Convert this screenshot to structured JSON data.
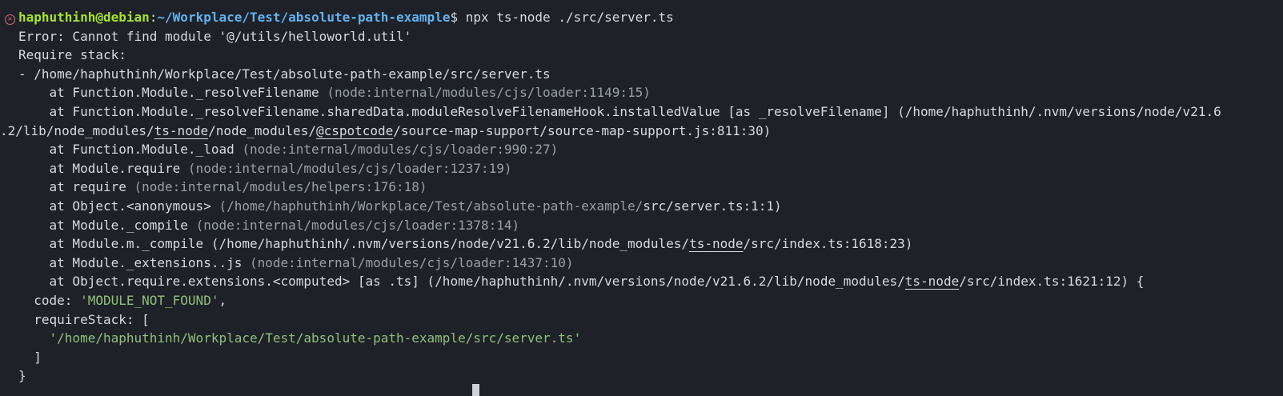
{
  "prompt": {
    "user_host": "haphuthinh@debian",
    "sep": ":",
    "cwd": "~/Workplace/Test/absolute-path-example",
    "symbol": "$",
    "command": " npx ts-node ./src/server.ts"
  },
  "error": {
    "message": "Error: Cannot find module '@/utils/helloworld.util'",
    "require_stack_label": "Require stack:",
    "require_stack_item": "- /home/haphuthinh/Workplace/Test/absolute-path-example/src/server.ts"
  },
  "stack": {
    "l1a": "    at Function.Module._resolveFilename ",
    "l1b": "(node:internal/modules/cjs/loader:1149:15)",
    "l2a": "    at Function.Module._resolveFilename.sharedData.moduleResolveFilenameHook.installedValue [as _resolveFilename] (/home/haphuthinh/.nvm/versions/node/v21.6",
    "l2b_pre": ".2/lib/node_modules/",
    "l2b_u1": "ts-node",
    "l2b_mid": "/node_modules/",
    "l2b_u2": "@cspotcode",
    "l2b_post": "/source-map-support/source-map-support.js:811:30)",
    "l3a": "    at Function.Module._load ",
    "l3b": "(node:internal/modules/cjs/loader:990:27)",
    "l4a": "    at Module.require ",
    "l4b": "(node:internal/modules/cjs/loader:1237:19)",
    "l5a": "    at require ",
    "l5b": "(node:internal/modules/helpers:176:18)",
    "l6a": "    at Object.<anonymous> ",
    "l6b": "(/home/haphuthinh/Workplace/Test/absolute-path-example/",
    "l6c": "src/server.ts:1:1)",
    "l7a": "    at Module._compile ",
    "l7b": "(node:internal/modules/cjs/loader:1378:14)",
    "l8a": "    at Module.m._compile (/home/haphuthinh/.nvm/versions/node/v21.6.2/lib/node_modules/",
    "l8u": "ts-node",
    "l8b": "/src/index.ts:1618:23)",
    "l9a": "    at Module._extensions..js ",
    "l9b": "(node:internal/modules/cjs/loader:1437:10)",
    "l10a": "    at Object.require.extensions.<computed> [as .ts] (/home/haphuthinh/.nvm/versions/node/v21.6.2/lib/node_modules/",
    "l10u": "ts-node",
    "l10b": "/src/index.ts:1621:12) {"
  },
  "details": {
    "code_key": "  code: ",
    "code_val": "'MODULE_NOT_FOUND'",
    "code_end": ",",
    "rs_key": "  requireStack: [",
    "rs_val": "'/home/haphuthinh/Workplace/Test/absolute-path-example/src/server.ts'",
    "rs_close": "  ]",
    "obj_close": "}"
  }
}
